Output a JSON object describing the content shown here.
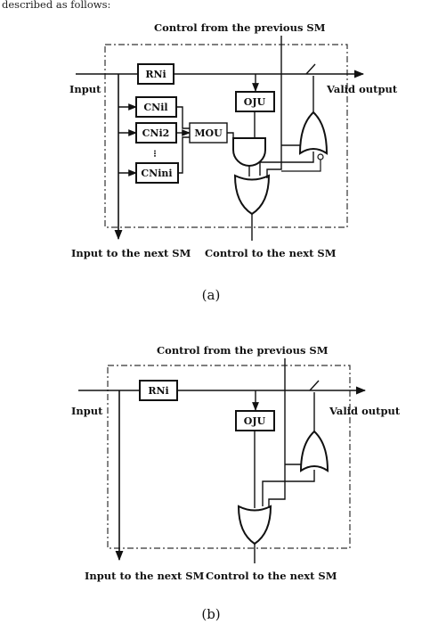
{
  "top_text": "described as follows:",
  "panel_a": {
    "caption": "(a)",
    "labels": {
      "control_from_prev": "Control from the previous SM",
      "input": "Input",
      "valid_output": "Valid output",
      "input_to_next": "Input to the next SM",
      "control_to_next": "Control to the next SM"
    },
    "boxes": {
      "rn": "RNi",
      "oju": "OJU",
      "cn1": "CNil",
      "cn2": "CNi2",
      "cn3": "CNini",
      "mou": "MOU"
    },
    "dots": "⁝"
  },
  "panel_b": {
    "caption": "(b)",
    "labels": {
      "control_from_prev": "Control from the previous SM",
      "input": "Input",
      "valid_output": "Valid output",
      "input_to_next": "Input to the next SM",
      "control_to_next": "Control to the next SM"
    },
    "boxes": {
      "rn": "RNi",
      "oju": "OJU"
    }
  }
}
